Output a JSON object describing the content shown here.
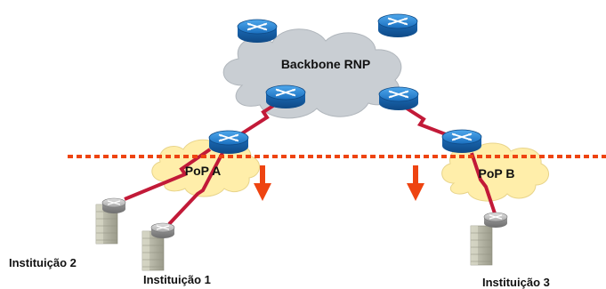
{
  "labels": {
    "backbone": "Backbone RNP",
    "pop_a": "PoP A",
    "pop_b": "PoP B",
    "inst1": "Instituição 1",
    "inst2": "Instituição 2",
    "inst3": "Instituição 3"
  },
  "colors": {
    "backbone_cloud": "#c9ced3",
    "pop_cloud": "#ffeeaa",
    "router": "#1f77c8",
    "router_small": "#b9b9b9",
    "link": "#c21a38",
    "cut_line": "#ee4411",
    "arrow": "#ee4411",
    "building": "#b8b8a8"
  }
}
